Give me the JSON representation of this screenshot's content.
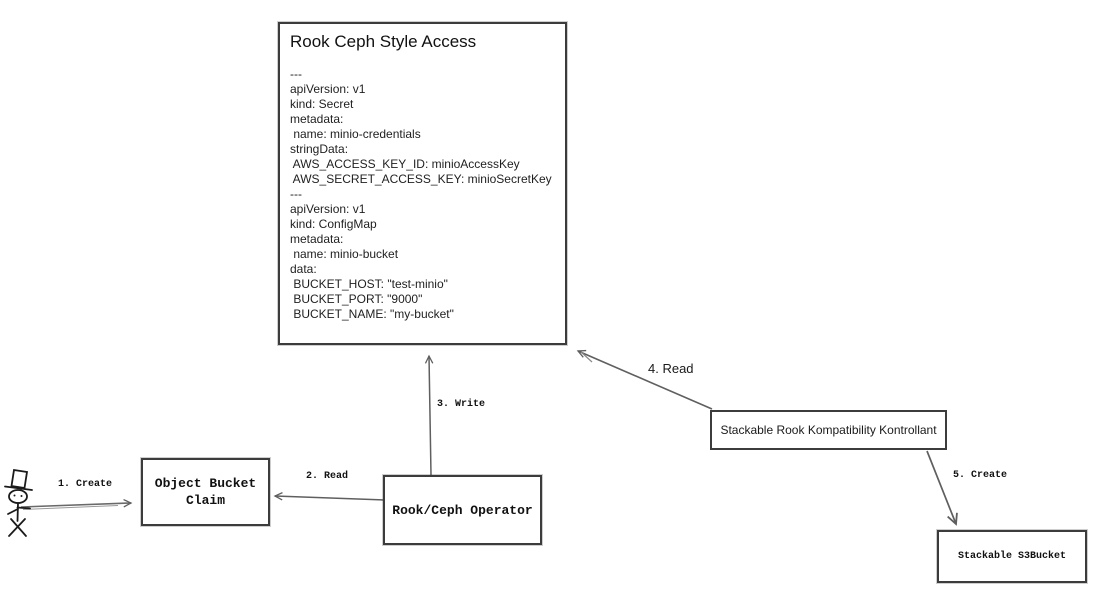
{
  "diagram": {
    "title_node": {
      "title": "Rook Ceph Style Access",
      "yaml_lines": [
        "---",
        "apiVersion: v1",
        "kind: Secret",
        "metadata:",
        " name: minio-credentials",
        "stringData:",
        " AWS_ACCESS_KEY_ID: minioAccessKey",
        " AWS_SECRET_ACCESS_KEY: minioSecretKey",
        "---",
        "apiVersion: v1",
        "kind: ConfigMap",
        "metadata:",
        " name: minio-bucket",
        "data:",
        " BUCKET_HOST: \"test-minio\"",
        " BUCKET_PORT: \"9000\"",
        " BUCKET_NAME: \"my-bucket\""
      ]
    },
    "nodes": {
      "object_bucket_claim": {
        "label": "Object Bucket Claim"
      },
      "rook_ceph_operator": {
        "label": "Rook/Ceph Operator"
      },
      "stackable_controller": {
        "label": "Stackable Rook Kompatibility Kontrollant"
      },
      "stackable_s3bucket": {
        "label": "Stackable S3Bucket"
      }
    },
    "edges": {
      "create_obc": {
        "label": "1. Create"
      },
      "read_obc": {
        "label": "2. Read"
      },
      "write_secret": {
        "label": "3. Write"
      },
      "read_secret": {
        "label": "4. Read"
      },
      "create_s3bucket": {
        "label": "5. Create"
      }
    },
    "icons": {
      "actor": "user-stick-figure-icon"
    },
    "colors": {
      "background": "#ffffff",
      "node_border": "#3c3c3c",
      "arrow_stroke": "#5f5f5f",
      "text": "#1a1a1a"
    }
  }
}
